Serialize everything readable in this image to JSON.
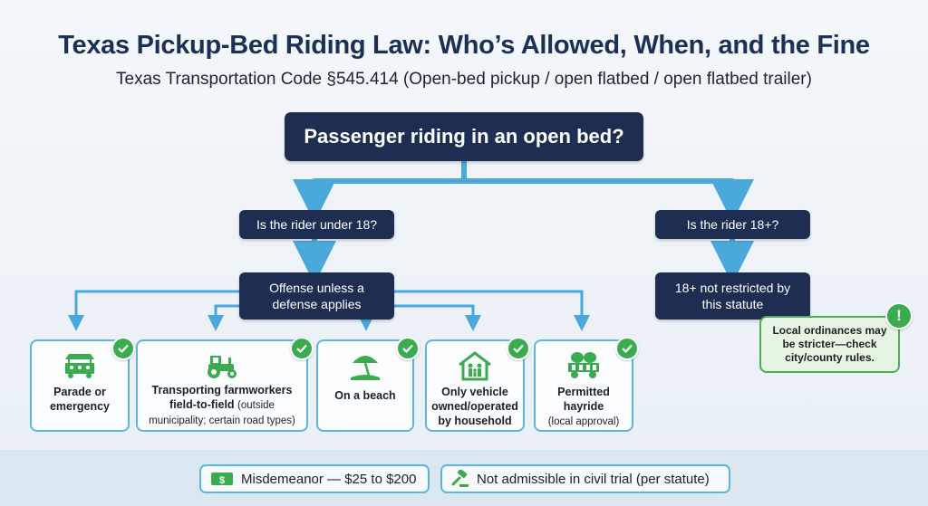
{
  "header": {
    "title": "Texas Pickup-Bed Riding Law: Who’s Allowed, When, and the Fine",
    "subtitle": "Texas Transportation Code §545.414 (Open-bed pickup / open flatbed / open flatbed trailer)"
  },
  "flow": {
    "root": "Passenger riding in an open bed?",
    "under18": "Is the rider under 18?",
    "adult_q": "Is the rider 18+?",
    "offense_line1": "Offense unless a",
    "offense_line2": "defense applies",
    "adult_line1": "18+ not restricted by",
    "adult_line2": "this statute"
  },
  "defenses": [
    {
      "bold": "Parade or emergency",
      "note": "",
      "icon": "parade-float-icon"
    },
    {
      "bold": "Transporting farmworkers field-to-field",
      "note": "(outside municipality; certain road types)",
      "icon": "tractor-icon"
    },
    {
      "bold": "On a beach",
      "note": "",
      "icon": "beach-umbrella-icon"
    },
    {
      "bold": "Only vehicle owned/operated by household",
      "note": "",
      "icon": "family-house-icon"
    },
    {
      "bold": "Permitted hayride",
      "note": "(local approval)",
      "icon": "hay-wagon-icon"
    }
  ],
  "note": {
    "text": "Local ordinances may be stricter—check city/county rules.",
    "icon": "exclamation-icon"
  },
  "footer": {
    "penalty": "Misdemeanor — $25 to $200",
    "penalty_icon": "dollar-bill-icon",
    "civil": "Not admissible in civil trial (per statute)",
    "civil_icon": "gavel-icon"
  },
  "colors": {
    "navy": "#1d2e52",
    "arrow_blue": "#4aa8db",
    "check_green": "#3bab4f",
    "title": "#1c2f55"
  }
}
